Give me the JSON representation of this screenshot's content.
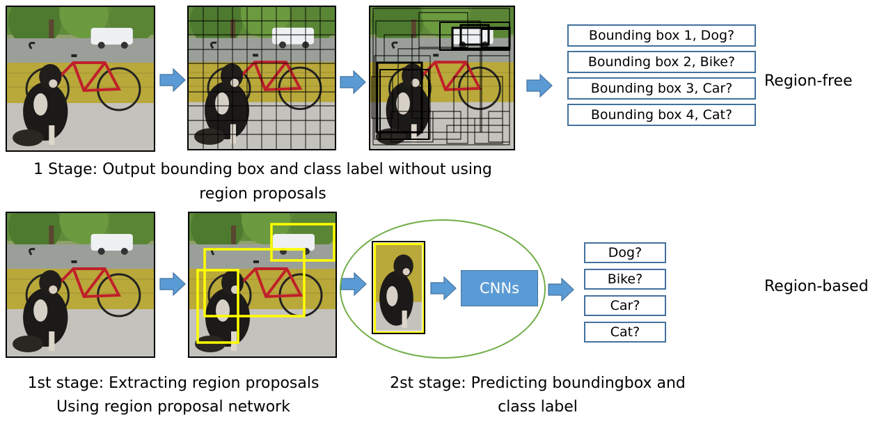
{
  "labels": {
    "region_free": "Region-free",
    "region_based": "Region-based",
    "cnns": "CNNs"
  },
  "top_outputs": [
    "Bounding box 1, Dog?",
    "Bounding box 2, Bike?",
    "Bounding box 3, Car?",
    "Bounding box 4, Cat?"
  ],
  "bottom_outputs": [
    "Dog?",
    "Bike?",
    "Car?",
    "Cat?"
  ],
  "captions": {
    "one_stage_line1": "1 Stage: Output bounding box and class label without using",
    "one_stage_line2": "region proposals",
    "first_stage_line1": "1st stage: Extracting region proposals",
    "first_stage_line2": "Using region proposal network",
    "second_stage_line1": "2st stage: Predicting boundingbox and",
    "second_stage_line2": "class label"
  },
  "colors": {
    "arrow": "#5b9bd5",
    "output_border": "#41719c",
    "proposal_box": "#ffff00",
    "ellipse": "#70ad47",
    "cnn_fill": "#5b9bd5"
  },
  "icons": {
    "arrow": "right-arrow-icon"
  }
}
